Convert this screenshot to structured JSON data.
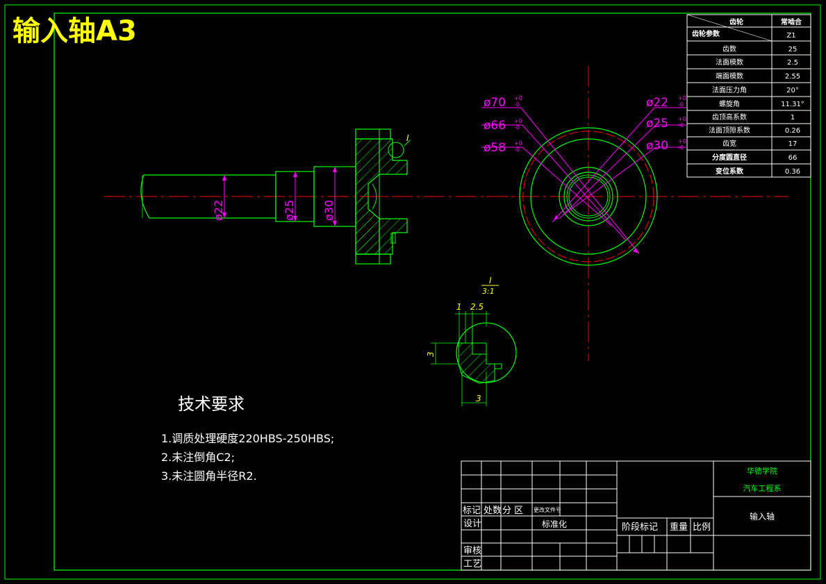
{
  "drawing_title": "输入轴A3",
  "params_table": {
    "header_left": "齿轮",
    "header_right": "常啮合",
    "subheader_left": "齿轮参数",
    "subheader_right": "Z1",
    "rows": [
      {
        "label": "齿数",
        "value": "25"
      },
      {
        "label": "法面模数",
        "value": "2.5"
      },
      {
        "label": "端面模数",
        "value": "2.55"
      },
      {
        "label": "法面压力角",
        "value": "20°"
      },
      {
        "label": "螺旋角",
        "value": "11.31°"
      },
      {
        "label": "齿顶高系数",
        "value": "1"
      },
      {
        "label": "法面顶隙系数",
        "value": "0.26"
      },
      {
        "label": "齿宽",
        "value": "17"
      },
      {
        "label": "分度圆直径",
        "value": "66"
      },
      {
        "label": "变位系数",
        "value": "0.36"
      }
    ]
  },
  "side_view_dims": [
    "ø22",
    "ø25",
    "ø30"
  ],
  "front_view_dims": {
    "left": [
      "ø70",
      "ø66",
      "ø58"
    ],
    "right": [
      "ø22",
      "ø25",
      "ø30"
    ],
    "tolerance_upper": "+0",
    "tolerance_lower": "-0"
  },
  "detail": {
    "marker": "I",
    "label": "I",
    "scale": "3:1",
    "dims": [
      "1",
      "2.5",
      "3",
      "3"
    ]
  },
  "tech_requirements": {
    "heading": "技术要求",
    "items": [
      "1.调质处理硬度220HBS-250HBS;",
      "2.未注倒角C2;",
      "3.未注圆角半径R2."
    ]
  },
  "title_block": {
    "school": "华德学院",
    "dept": "汽车工程系",
    "part_name": "输入轴",
    "labels": {
      "mark": "标记",
      "count": "处数",
      "zone": "分  区",
      "doc_no": "更改文件号",
      "design": "设计",
      "standardize": "标准化",
      "review": "审核",
      "process": "工艺",
      "stage_mark": "阶段标记",
      "weight": "重量",
      "scale": "比例"
    }
  },
  "colors": {
    "frame": "#00ff00",
    "dimension": "#ff00ff",
    "center_line": "#ff0000",
    "title": "#ffff00",
    "text": "#ffffff"
  }
}
